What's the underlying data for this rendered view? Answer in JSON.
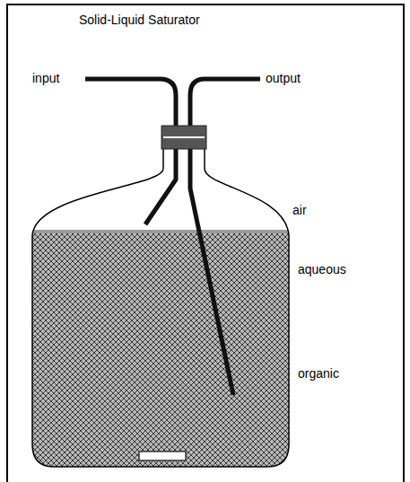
{
  "diagram": {
    "title": "Solid-Liquid Saturator",
    "labels": [
      "input",
      "output",
      "air",
      "aqueous",
      "organic"
    ]
  }
}
